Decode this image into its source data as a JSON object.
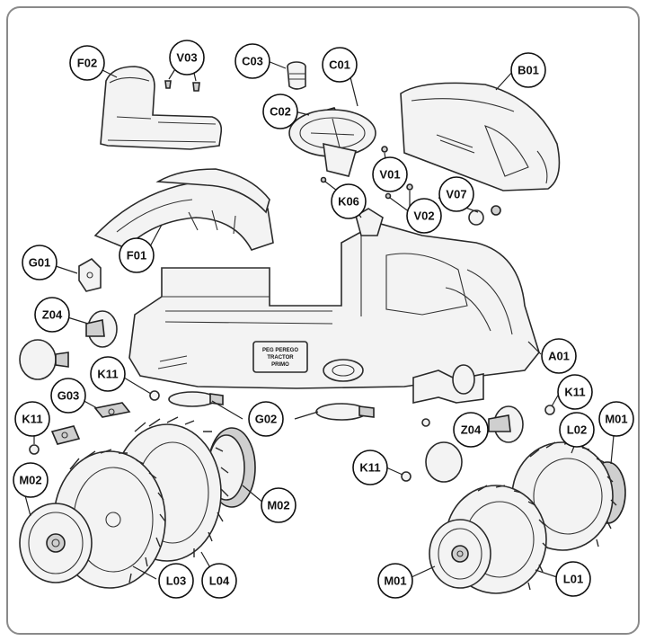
{
  "labels": [
    {
      "id": "F02",
      "text": "F02"
    },
    {
      "id": "V03",
      "text": "V03"
    },
    {
      "id": "C03",
      "text": "C03"
    },
    {
      "id": "C01",
      "text": "C01"
    },
    {
      "id": "C02",
      "text": "C02"
    },
    {
      "id": "B01",
      "text": "B01"
    },
    {
      "id": "V01",
      "text": "V01"
    },
    {
      "id": "V07",
      "text": "V07"
    },
    {
      "id": "K06",
      "text": "K06"
    },
    {
      "id": "V02",
      "text": "V02"
    },
    {
      "id": "F01",
      "text": "F01"
    },
    {
      "id": "G01",
      "text": "G01"
    },
    {
      "id": "Z04a",
      "text": "Z04"
    },
    {
      "id": "A01",
      "text": "A01"
    },
    {
      "id": "K11a",
      "text": "K11"
    },
    {
      "id": "G03",
      "text": "G03"
    },
    {
      "id": "K11b",
      "text": "K11"
    },
    {
      "id": "G02",
      "text": "G02"
    },
    {
      "id": "K11c",
      "text": "K11"
    },
    {
      "id": "Z04b",
      "text": "Z04"
    },
    {
      "id": "L02",
      "text": "L02"
    },
    {
      "id": "M01a",
      "text": "M01"
    },
    {
      "id": "M02a",
      "text": "M02"
    },
    {
      "id": "M02b",
      "text": "M02"
    },
    {
      "id": "K11d",
      "text": "K11"
    },
    {
      "id": "L03",
      "text": "L03"
    },
    {
      "id": "L04",
      "text": "L04"
    },
    {
      "id": "M01b",
      "text": "M01"
    },
    {
      "id": "L01",
      "text": "L01"
    }
  ],
  "body_plate": {
    "line1": "PEG PEREGO",
    "line2": "TRACTOR",
    "line3": "PRIMO"
  },
  "colors": {
    "outline": "#222222",
    "fill": "#f3f3f3",
    "frame": "#8a8a8a"
  }
}
